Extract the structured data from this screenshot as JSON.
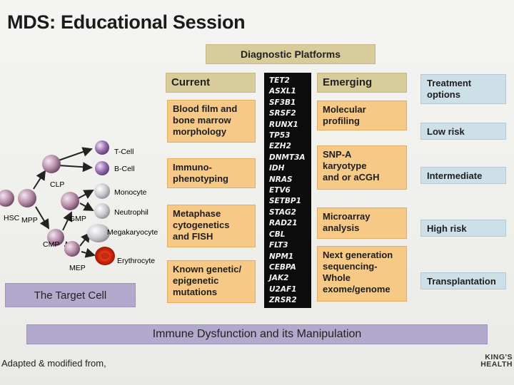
{
  "title": "MDS: Educational Session",
  "platforms_header": "Diagnostic Platforms",
  "columns": {
    "current": "Current",
    "emerging": "Emerging"
  },
  "current_items": [
    "Blood film and\nbone marrow\nmorphology",
    "Immuno-\n  phenotyping",
    "Metaphase\ncytogenetics\nand FISH",
    "Known genetic/\nepigenetic\nmutations"
  ],
  "emerging_items": [
    "Molecular\nprofiling",
    "SNP-A\nkaryotype\nand or aCGH",
    "Microarray\nanalysis",
    "Next generation\nsequencing-\nWhole\nexome/genome"
  ],
  "genes": [
    "TET2",
    "ASXL1",
    "SF3B1",
    "SRSF2",
    "RUNX1",
    "TP53",
    "EZH2",
    "DNMT3A",
    "IDH",
    "NRAS",
    "ETV6",
    "SETBP1",
    "STAG2",
    "RAD21",
    "CBL",
    "FLT3",
    "NPM1",
    "CEBPA",
    "JAK2",
    "U2AF1",
    "ZRSR2"
  ],
  "treatment": {
    "header": "Treatment\noptions",
    "items": [
      "Low risk",
      "Intermediate",
      "High risk",
      "Transplantation"
    ]
  },
  "cells": {
    "hsc": "HSC",
    "mpp": "MPP",
    "clp": "CLP",
    "cmp": "CMP",
    "gmp": "GMP",
    "mep": "MEP",
    "t_cell": "T-Cell",
    "b_cell": "B-Cell",
    "monocyte": "Monocyte",
    "neutrophil": "Neutrophil",
    "megakaryocyte": "Megakaryocyte",
    "erythrocyte": "Erythrocyte"
  },
  "target_cell": "The Target Cell",
  "immune_bar": "Immune Dysfunction and its Manipulation",
  "footnote": "Adapted & modified from,",
  "logo": [
    "KING'S",
    "HEALTH"
  ]
}
